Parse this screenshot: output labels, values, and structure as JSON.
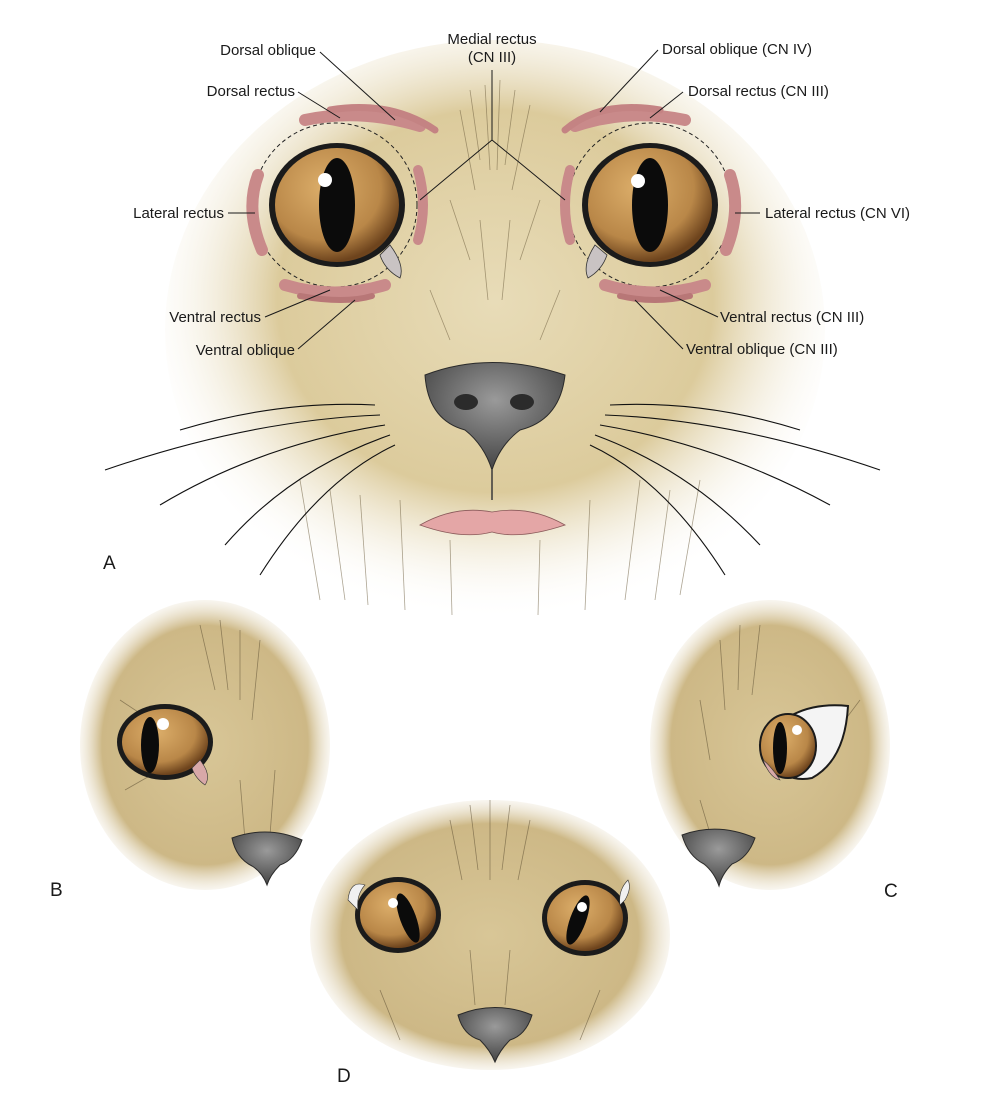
{
  "labels": {
    "dorsal_oblique_left": "Dorsal oblique",
    "dorsal_rectus_left": "Dorsal rectus",
    "lateral_rectus_left": "Lateral rectus",
    "ventral_rectus_left": "Ventral rectus",
    "ventral_oblique_left": "Ventral oblique",
    "medial_rectus_line1": "Medial rectus",
    "medial_rectus_line2": "(CN III)",
    "dorsal_oblique_right": "Dorsal oblique (CN IV)",
    "dorsal_rectus_right": "Dorsal rectus (CN III)",
    "lateral_rectus_right": "Lateral rectus (CN VI)",
    "ventral_rectus_right": "Ventral rectus (CN III)",
    "ventral_oblique_right": "Ventral oblique (CN III)"
  },
  "panels": {
    "a": "A",
    "b": "B",
    "c": "C",
    "d": "D"
  },
  "colors": {
    "fur": "#d9c9a0",
    "fur_dark": "#8a7a55",
    "iris": "#b98748",
    "iris_dark": "#7a4e22",
    "pupil": "#0b0b0b",
    "muscle": "#c98a8a",
    "nose": "#6b6b6b",
    "lip": "#e4a6a6"
  }
}
